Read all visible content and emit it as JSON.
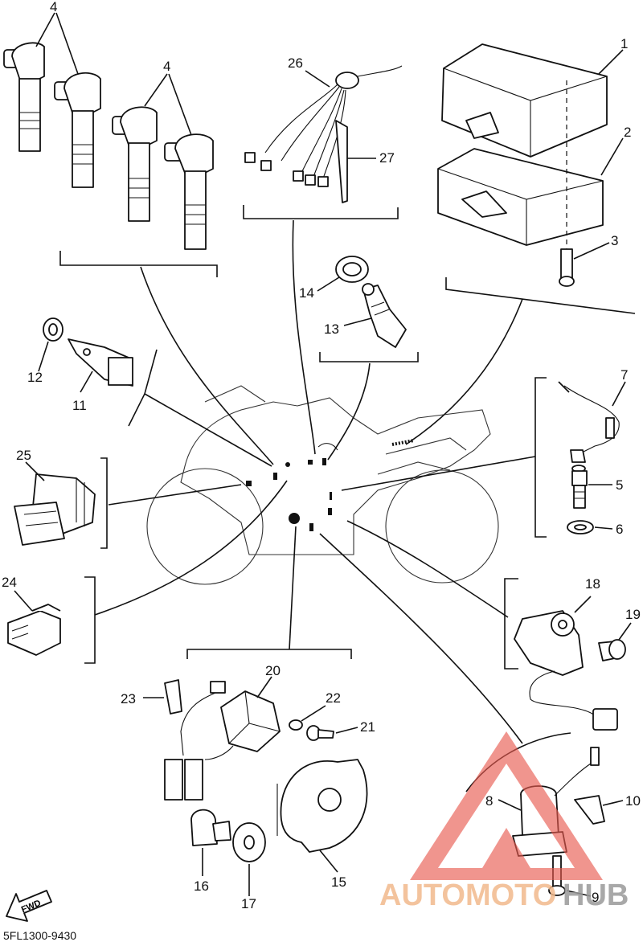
{
  "diagram": {
    "code": "5FL1300-9430",
    "fwd_label": "FWD",
    "watermark": {
      "left": "AUTOMOTO",
      "right": "HUB",
      "left_color": "#f2b98c",
      "right_color": "#9a9a9a",
      "logo_color": "#e85a4f"
    },
    "parts": {
      "p1": "1",
      "p2": "2",
      "p3": "3",
      "p4a": "4",
      "p4b": "4",
      "p5": "5",
      "p6": "6",
      "p7": "7",
      "p8": "8",
      "p9": "9",
      "p10": "10",
      "p11": "11",
      "p12": "12",
      "p13": "13",
      "p14": "14",
      "p15": "15",
      "p16": "16",
      "p17": "17",
      "p18": "18",
      "p19": "19",
      "p20": "20",
      "p21": "21",
      "p22": "22",
      "p23": "23",
      "p24": "24",
      "p25": "25",
      "p26": "26",
      "p27": "27"
    }
  }
}
